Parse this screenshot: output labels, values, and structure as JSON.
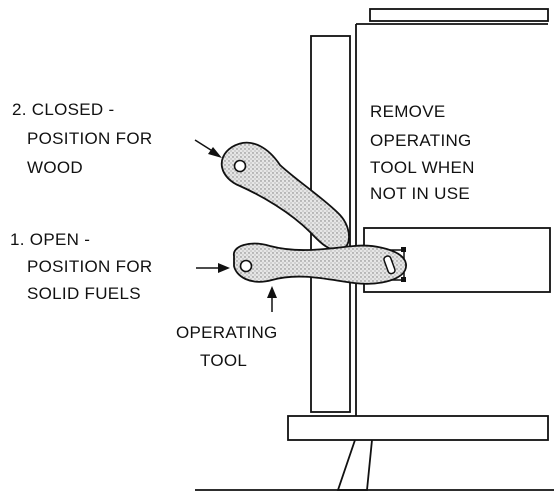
{
  "labels": {
    "closed_line1": "2. CLOSED -",
    "closed_line2": "POSITION FOR",
    "closed_line3": "WOOD",
    "open_line1": "1. OPEN -",
    "open_line2": "POSITION FOR",
    "open_line3": "SOLID FUELS",
    "remove_line1": "REMOVE",
    "remove_line2": "OPERATING",
    "remove_line3": "TOOL WHEN",
    "remove_line4": "NOT IN USE",
    "tool_line1": "OPERATING",
    "tool_line2": "TOOL"
  },
  "colors": {
    "ink": "#111111",
    "paper": "#ffffff",
    "handle_fill": "#c9c9c9"
  }
}
